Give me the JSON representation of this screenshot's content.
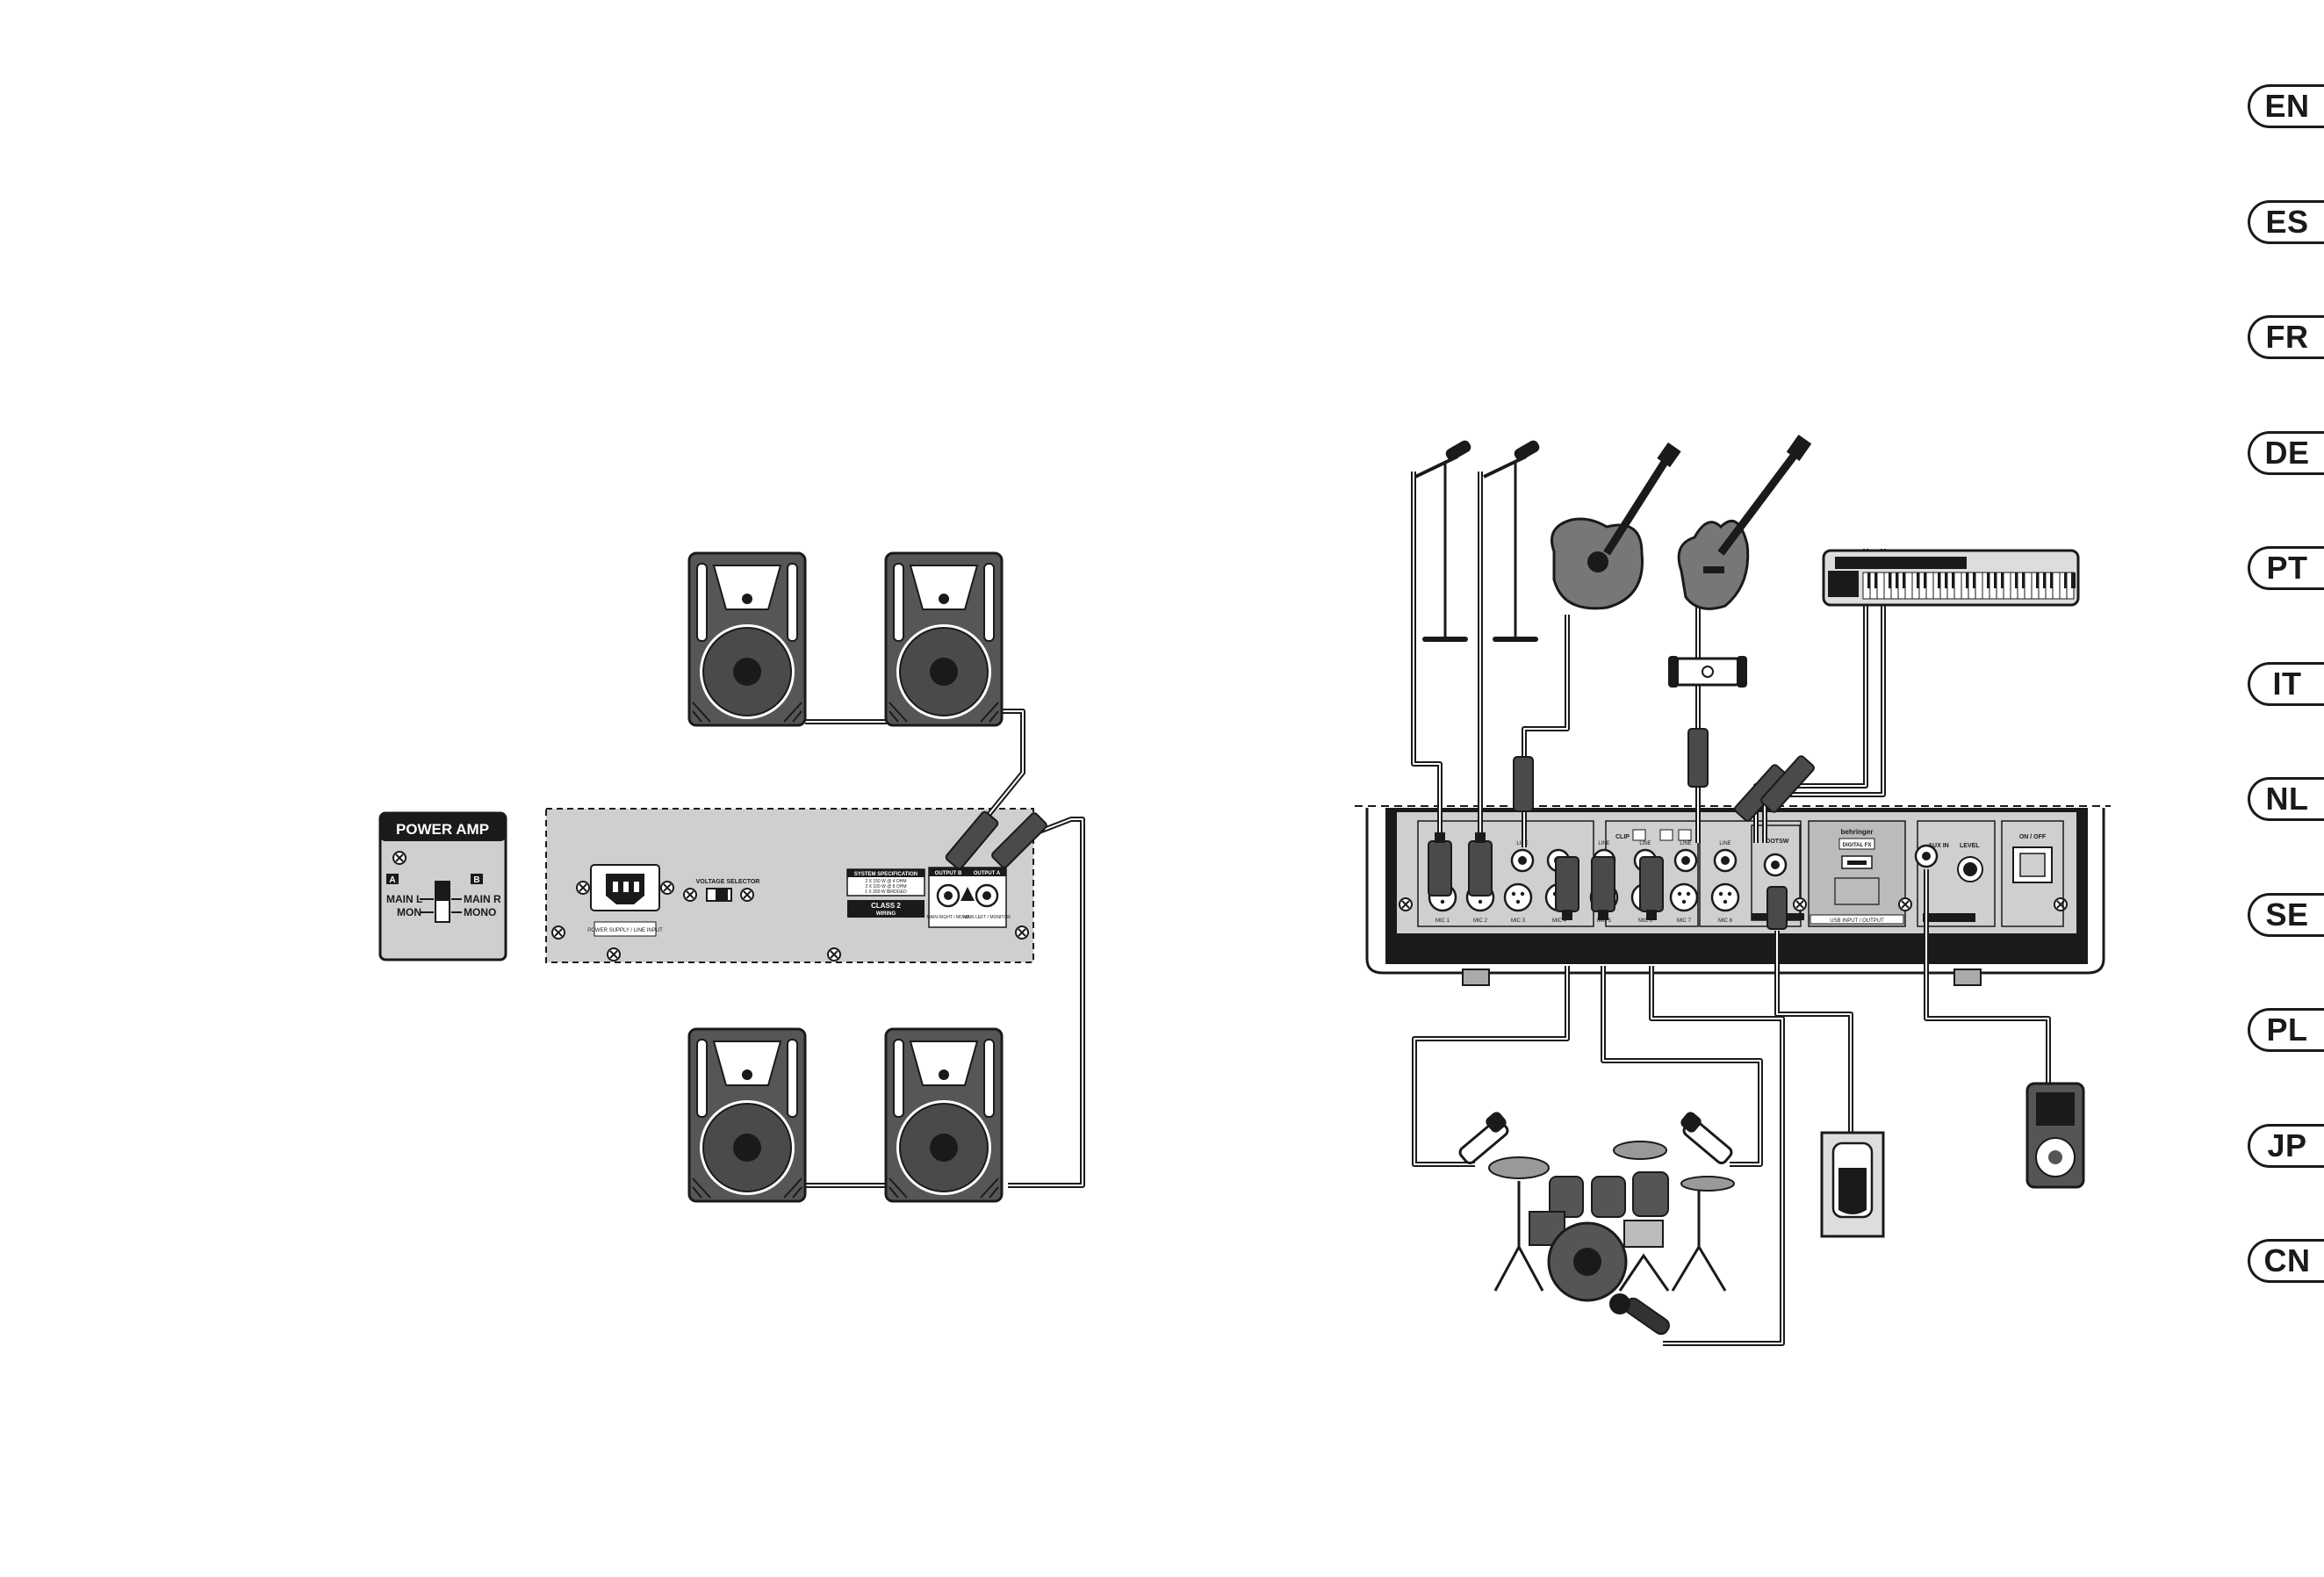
{
  "languages": [
    "EN",
    "ES",
    "FR",
    "DE",
    "PT",
    "IT",
    "NL",
    "SE",
    "PL",
    "JP",
    "CN"
  ],
  "power_amp": {
    "title": "POWER AMP",
    "switch_a": "A",
    "switch_b": "B",
    "main_l": "MAIN L",
    "main_r": "MAIN R",
    "mon": "MON",
    "mono": "MONO"
  },
  "amp_panel": {
    "voltage_selector": "VOLTAGE SELECTOR",
    "power_label": "POWER SUPPLY / LINE INPUT",
    "system_spec_title": "SYSTEM SPECIFICATION",
    "system_spec_lines": [
      "2 X 150 W @ 4 OHM",
      "2 X 100 W @ 8 OHM",
      "1 X 300 W BRIDGED"
    ],
    "class2_title": "CLASS 2",
    "class2_sub": "WIRING",
    "output_b": "OUTPUT B",
    "output_a": "OUTPUT A",
    "output_b_label": "MAIN RIGHT / MONO",
    "output_a_label": "MAIN LEFT / MONITOR"
  },
  "mixer": {
    "brand": "behringer",
    "fx_label": "DIGITAL FX",
    "footsw_label": "FOOTSW",
    "aux_in_label": "AUX IN",
    "level_label": "LEVEL",
    "power_label": "ON / OFF",
    "usb_label": "USB INPUT / OUTPUT",
    "channel_labels": [
      "MIC 1",
      "MIC 2",
      "MIC 3",
      "MIC 4",
      "MIC 5",
      "MIC 6",
      "MIC 7",
      "MIC 8"
    ],
    "line_labels": [
      "LINE",
      "LINE",
      "LINE",
      "LINE",
      "LINE"
    ],
    "clip_label": "CLIP"
  },
  "colors": {
    "ink": "#1a1a1a",
    "cabinet": "#565656",
    "cone": "#444444",
    "panel": "#cfcfcf",
    "panel_dark": "#9d9d9d"
  }
}
